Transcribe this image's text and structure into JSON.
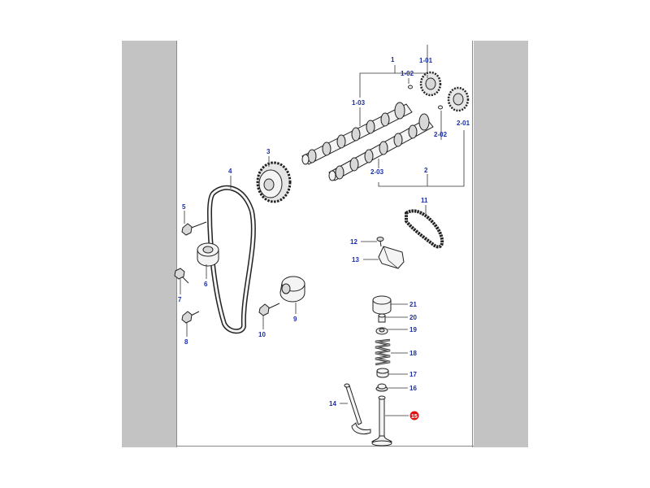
{
  "labels": {
    "l1": "1",
    "l1_01": "1-01",
    "l1_02": "1-02",
    "l1_03": "1-03",
    "l2": "2",
    "l2_01": "2-01",
    "l2_02": "2-02",
    "l2_03": "2-03",
    "l3": "3",
    "l4": "4",
    "l5": "5",
    "l6": "6",
    "l7": "7",
    "l8": "8",
    "l9": "9",
    "l10": "10",
    "l11": "11",
    "l12": "12",
    "l13": "13",
    "l14": "14",
    "l15": "15",
    "l16": "16",
    "l17": "17",
    "l18": "18",
    "l19": "19",
    "l20": "20",
    "l21": "21"
  },
  "colors": {
    "label": "#1a2ea8",
    "highlight": "#e01010",
    "side_panel": "#c3c3c3",
    "background": "#ffffff"
  },
  "highlighted_part": "15"
}
